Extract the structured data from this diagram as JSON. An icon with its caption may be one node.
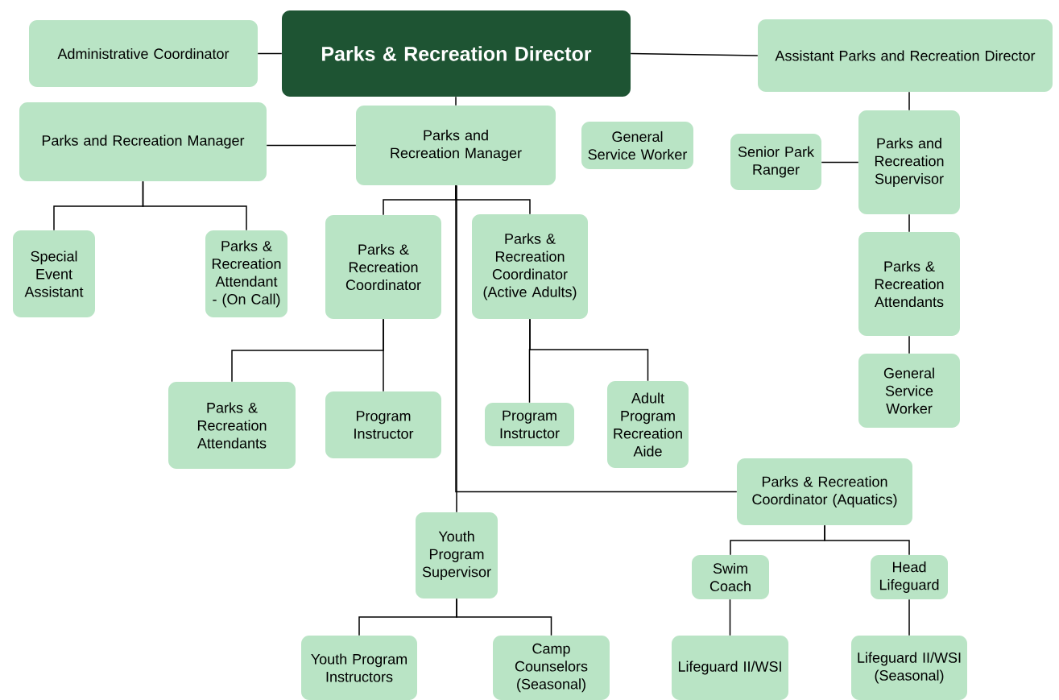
{
  "diagram": {
    "nodes": [
      {
        "text": [
          "Administrative Coordinator"
        ]
      },
      {
        "text": [
          "Parks & Recreation Director"
        ]
      },
      {
        "text": [
          "Assistant Parks and Recreation Director"
        ]
      },
      {
        "text": [
          "Parks and Recreation Manager"
        ]
      },
      {
        "text": [
          "Parks and Recreation Manager"
        ]
      },
      {
        "text": [
          "General Service Worker"
        ]
      },
      {
        "text": [
          "Senior Park Ranger"
        ]
      },
      {
        "text": [
          "Parks and Recreation Supervisor"
        ]
      },
      {
        "text": [
          "Special Event Assistant"
        ]
      },
      {
        "text": [
          "Parks & Recreation Attendant - (On Call)"
        ]
      },
      {
        "text": [
          "Parks & Recreation Coordinator"
        ]
      },
      {
        "text": [
          "Parks & Recreation Coordinator (Active Adults)"
        ]
      },
      {
        "text": [
          "Parks & Recreation Attendants"
        ]
      },
      {
        "text": [
          "General Service Worker"
        ]
      },
      {
        "text": [
          "Parks & Recreation Attendants"
        ]
      },
      {
        "text": [
          "Program Instructor"
        ]
      },
      {
        "text": [
          "Program Instructor"
        ]
      },
      {
        "text": [
          "Adult Program Recreation Aide"
        ]
      },
      {
        "text": [
          "Parks & Recreation Coordinator (Aquatics)"
        ]
      },
      {
        "text": [
          "Youth Program Supervisor"
        ]
      },
      {
        "text": [
          "Swim Coach"
        ]
      },
      {
        "text": [
          "Head Lifeguard"
        ]
      },
      {
        "text": [
          "Youth Program Instructors"
        ]
      },
      {
        "text": [
          "Camp Counselors (Seasonal)"
        ]
      },
      {
        "text": [
          "Lifeguard II/WSI"
        ]
      },
      {
        "text": [
          "Lifeguard II/WSI (Seasonal)"
        ]
      }
    ],
    "edges": [
      {
        "from": 1,
        "to": 0,
        "arrow": "none"
      },
      {
        "from": 1,
        "to": 2,
        "arrow": "none"
      },
      {
        "from": 1,
        "to": 4,
        "arrow": "none"
      },
      {
        "from": 4,
        "to": 3,
        "arrow": "none"
      },
      {
        "from": 2,
        "to": 7,
        "arrow": "none"
      },
      {
        "from": 7,
        "to": 6,
        "arrow": "none"
      },
      {
        "from": 7,
        "to": 12,
        "arrow": "none"
      },
      {
        "from": 12,
        "to": 13,
        "arrow": "none"
      },
      {
        "from": 3,
        "to": 8,
        "arrow": "none"
      },
      {
        "from": 3,
        "to": 9,
        "arrow": "none"
      },
      {
        "from": 4,
        "to": 10,
        "arrow": "none"
      },
      {
        "from": 4,
        "to": 11,
        "arrow": "none"
      },
      {
        "from": 4,
        "to": 18,
        "arrow": "none"
      },
      {
        "from": 4,
        "to": 19,
        "arrow": "none"
      },
      {
        "from": 10,
        "to": 14,
        "arrow": "none"
      },
      {
        "from": 10,
        "to": 15,
        "arrow": "none"
      },
      {
        "from": 11,
        "to": 16,
        "arrow": "none"
      },
      {
        "from": 11,
        "to": 17,
        "arrow": "none"
      },
      {
        "from": 18,
        "to": 20,
        "arrow": "none"
      },
      {
        "from": 18,
        "to": 21,
        "arrow": "none"
      },
      {
        "from": 19,
        "to": 22,
        "arrow": "none"
      },
      {
        "from": 19,
        "to": 23,
        "arrow": "none"
      },
      {
        "from": 20,
        "to": 24,
        "arrow": "none"
      },
      {
        "from": 21,
        "to": 25,
        "arrow": "none"
      }
    ]
  }
}
